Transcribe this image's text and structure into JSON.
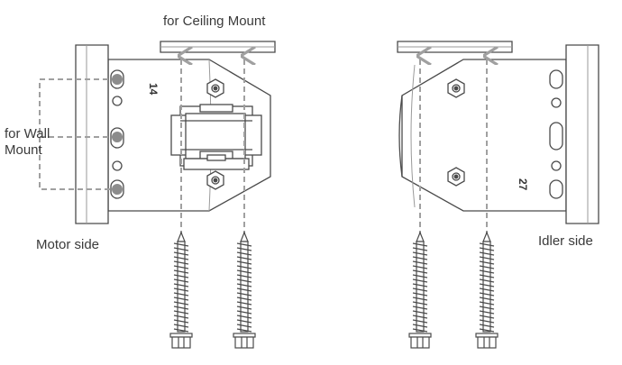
{
  "labels": {
    "ceiling_mount": "for Ceiling Mount",
    "wall_mount_line1": "for Wall",
    "wall_mount_line2": "Mount",
    "motor_side": "Motor side",
    "idler_side": "Idler side"
  },
  "brackets": {
    "motor_number": "14",
    "idler_number": "27"
  },
  "colors": {
    "stroke": "#4a4a4a",
    "dashed": "#a0a0a0",
    "dot": "#8c8c8c",
    "text": "#3a3a3a"
  }
}
